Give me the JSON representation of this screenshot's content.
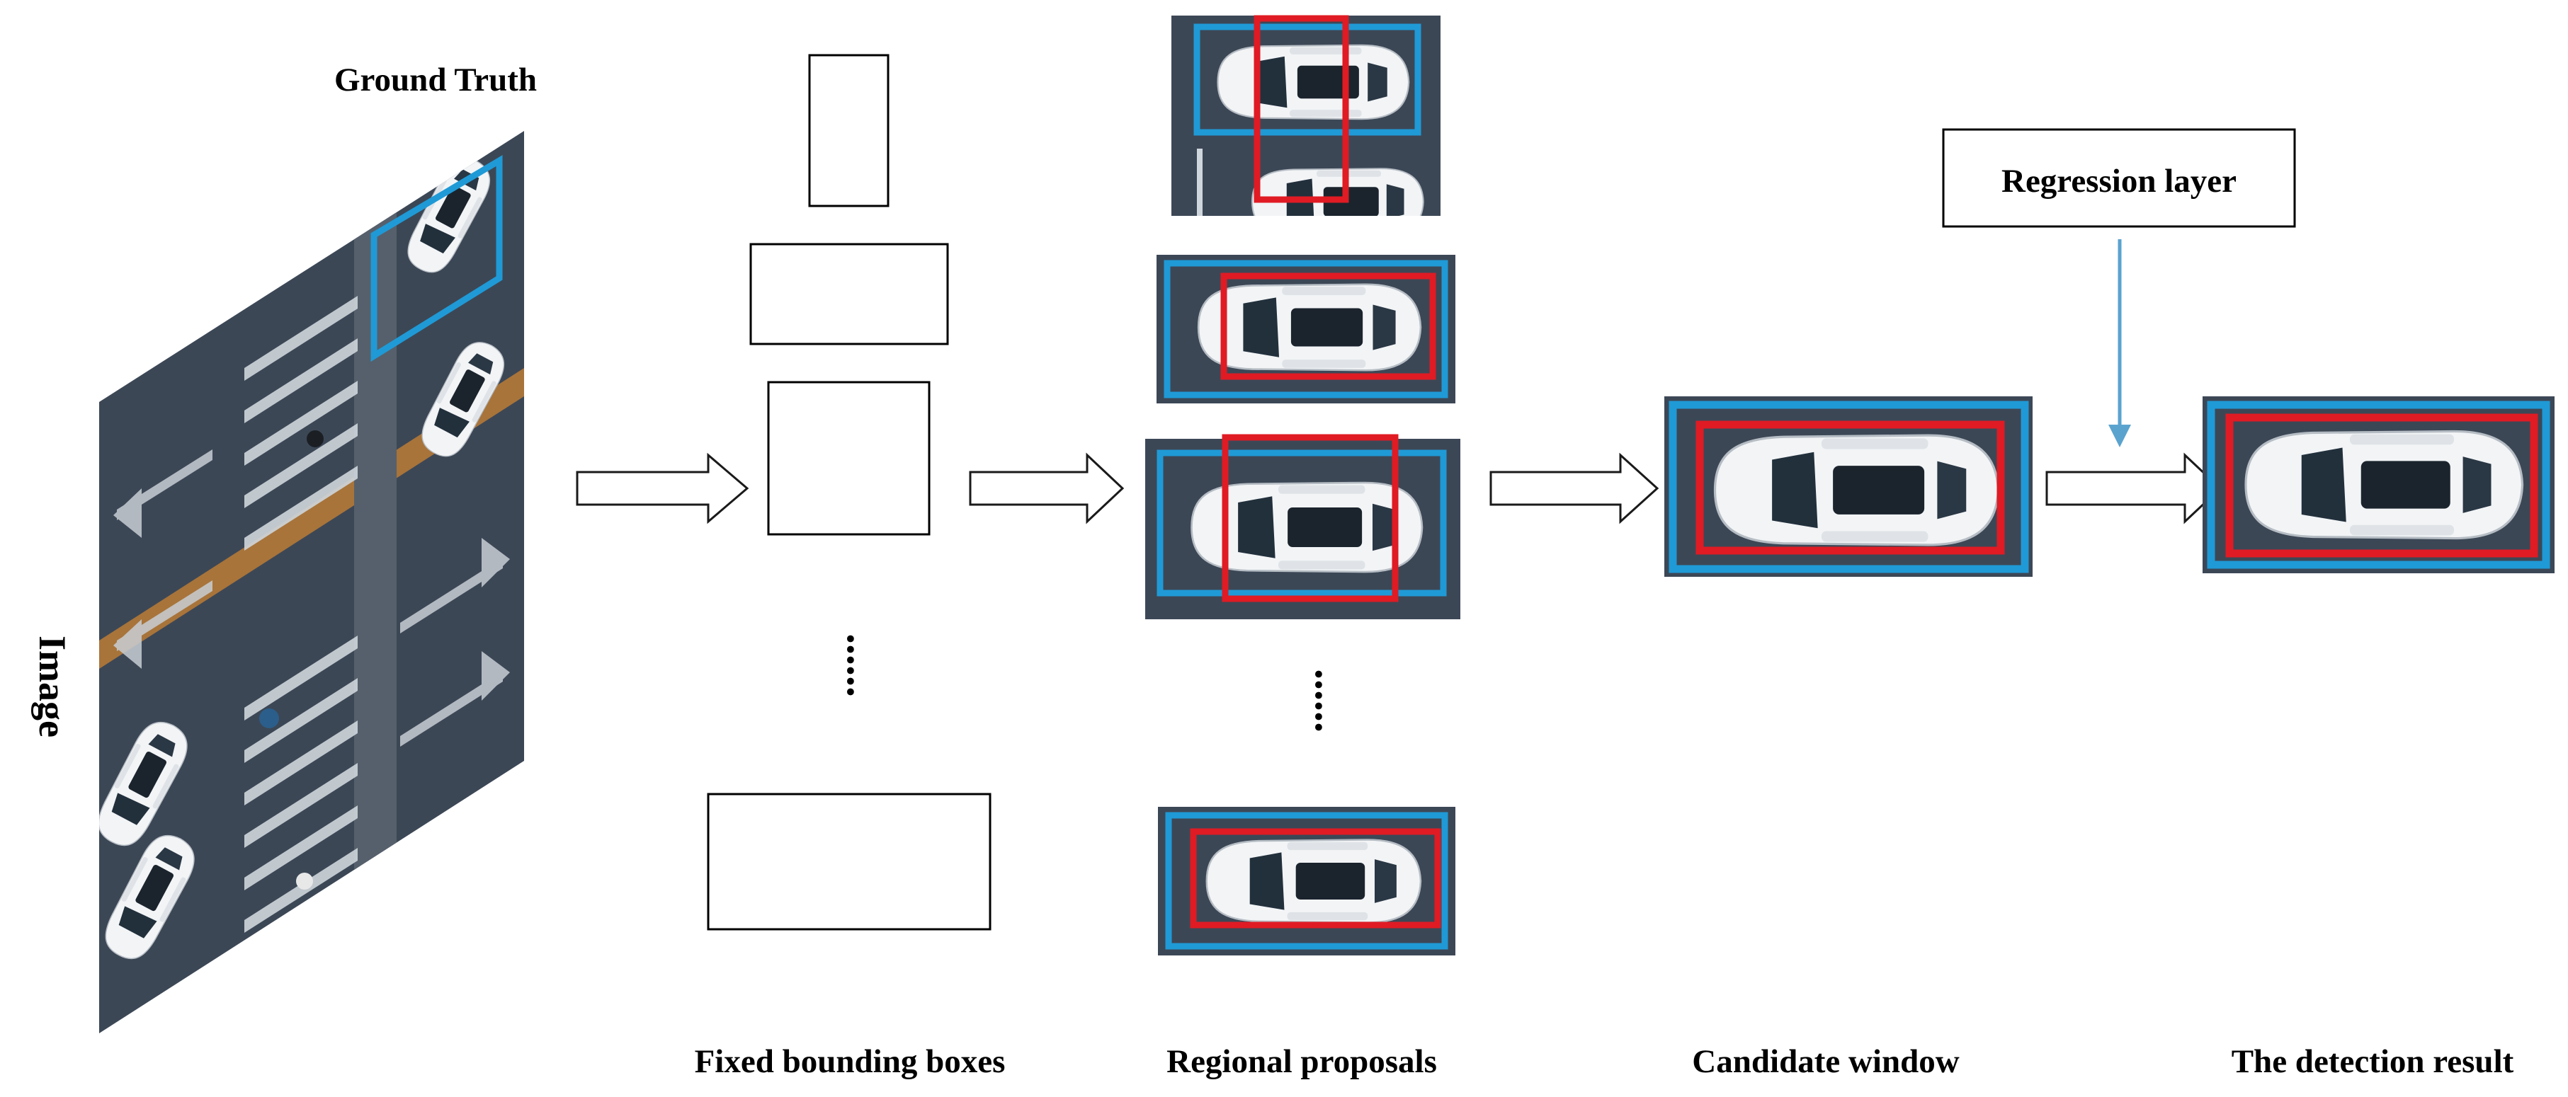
{
  "labels": {
    "ground_truth": "Ground Truth",
    "image": "Image",
    "regression_layer": "Regression layer",
    "fixed_bounding_boxes": "Fixed bounding boxes",
    "regional_proposals": "Regional proposals",
    "candidate_window": "Candidate window",
    "detection_result": "The detection result",
    "dots_fixed": "......",
    "dots_proposals": "......"
  },
  "colors": {
    "ground_truth_box": "#1f9ad6",
    "proposal_box": "#e01b24",
    "road": "#3c4756",
    "lane_marking": "#cfd6dc",
    "curb": "#a8743a",
    "car_body": "#f2f4f6",
    "car_glass": "#22303c",
    "arrow_line": "#1a1a1a",
    "regression_arrow": "#5ba3cf"
  },
  "icons": [
    "right-arrow-icon",
    "down-arrow-icon",
    "car-icon"
  ]
}
